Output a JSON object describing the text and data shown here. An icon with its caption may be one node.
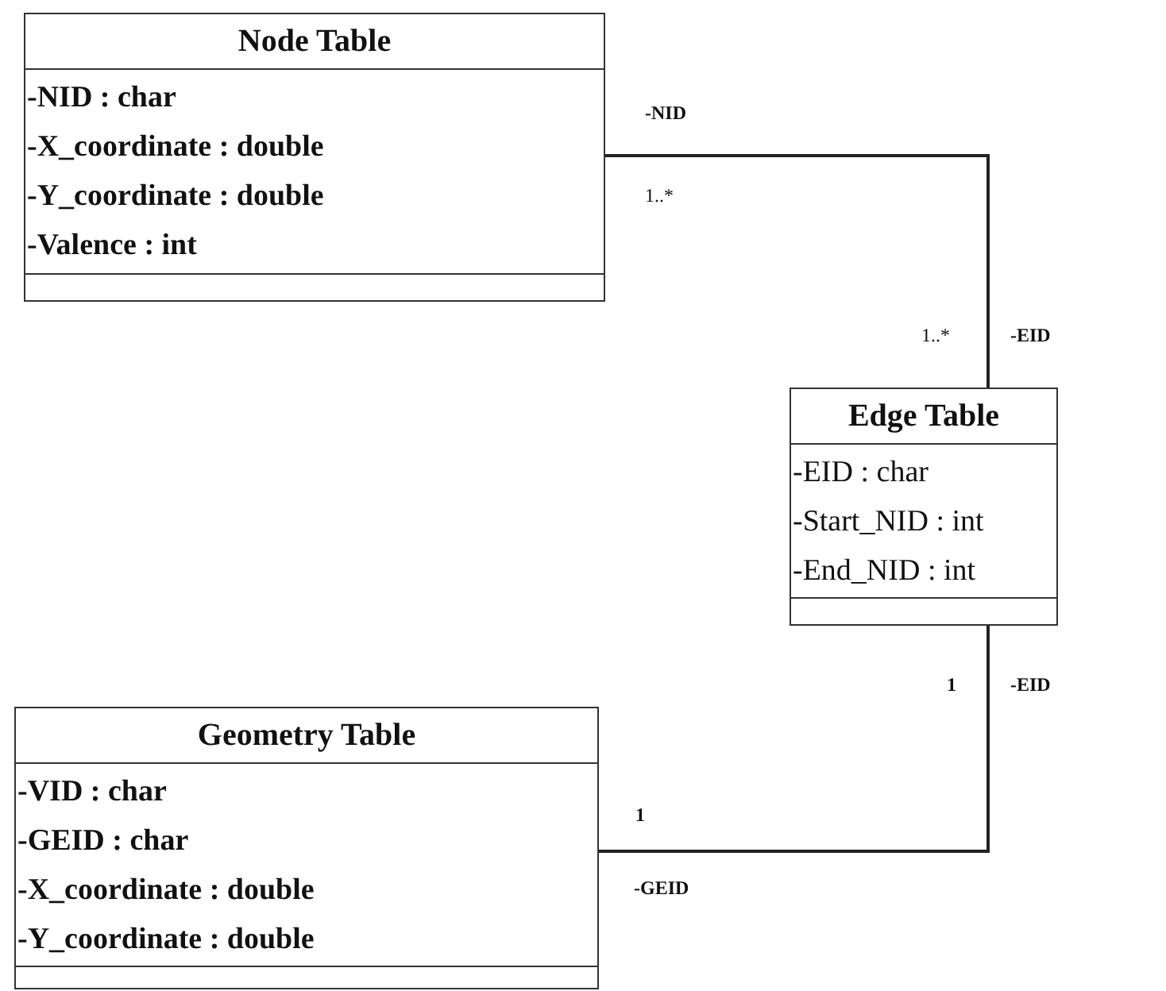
{
  "diagram": {
    "nodes": [
      {
        "text": [
          "Node Table",
          "-NID : char",
          "-X_coordinate : double",
          "-Y_coordinate : double",
          "-Valence : int"
        ]
      },
      {
        "text": [
          "Edge Table",
          "-EID : char",
          "-Start_NID : int",
          "-End_NID : int"
        ]
      },
      {
        "text": [
          "Geometry Table",
          "-VID : char",
          "-GEID : char",
          "-X_coordinate : double",
          "-Y_coordinate : double"
        ]
      }
    ],
    "edges": [
      {
        "from": 0,
        "to": 1,
        "arrow": "none"
      },
      {
        "from": 1,
        "to": 2,
        "arrow": "none"
      }
    ],
    "labels": [
      "-NID",
      "1..*",
      "1..*",
      "-EID",
      "1",
      "-EID",
      "1",
      "-GEID"
    ]
  }
}
